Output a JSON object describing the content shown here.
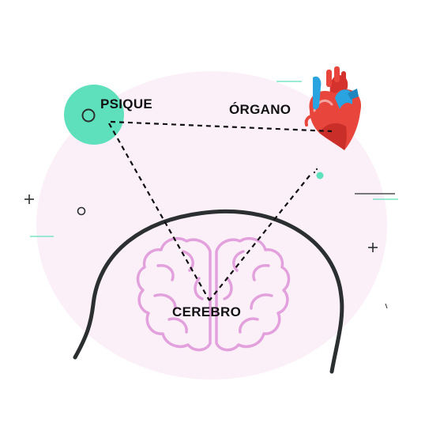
{
  "labels": {
    "psique": "PSIQUE",
    "organo": "ÓRGANO",
    "cerebro": "CEREBRO"
  },
  "colors": {
    "background_blob": "#fbf0f8",
    "psique_circle": "#5fe0bc",
    "brain_outline": "#e2a1dd",
    "head_outline": "#2b2f2f",
    "connector": "#111111",
    "heart_red": "#e8453c",
    "heart_blue": "#2aa4e0",
    "accent_teal": "#5fe0bc"
  },
  "icons": [
    "heart-icon",
    "brain-icon",
    "head-silhouette",
    "plus-icon",
    "ring-icon"
  ]
}
